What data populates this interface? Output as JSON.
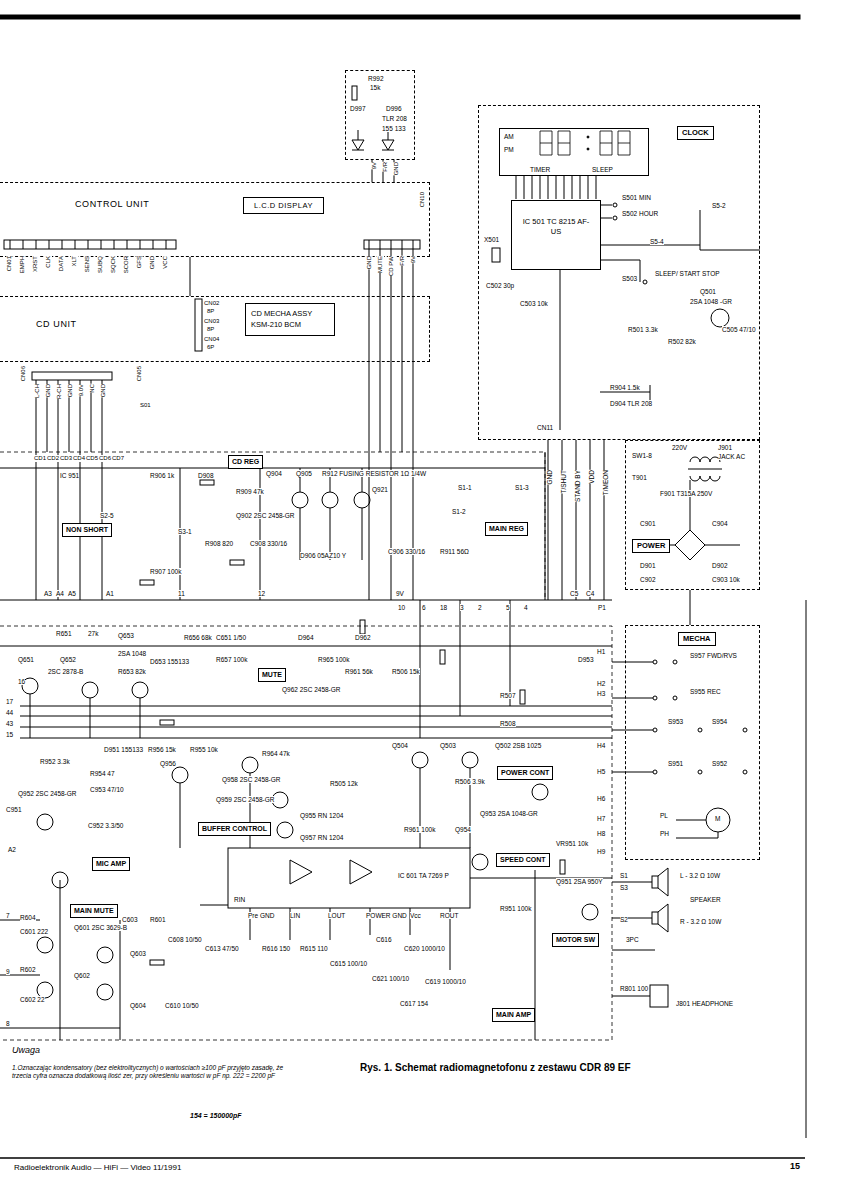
{
  "diagram": {
    "caption": "Rys. 1. Schemat radiomagnetofonu z zestawu CDR 89 EF",
    "nodes": [
      {
        "text": [
          "R992",
          "15k",
          "D997",
          "D996",
          "TLR 208",
          "155 133"
        ]
      },
      {
        "text": [
          "CLOCK"
        ]
      },
      {
        "text": [
          "AM",
          "PM",
          "TIMER",
          "SLEEP"
        ],
        "in": 1
      },
      {
        "text": [
          "IC 501 TC 8215 AF-US"
        ],
        "in": 1
      },
      {
        "text": [
          "CONTROL UNIT"
        ]
      },
      {
        "text": [
          "L.C.D DISPLAY"
        ],
        "in": 4
      },
      {
        "text": [
          "CD UNIT"
        ]
      },
      {
        "text": [
          "CD MECHA ASSY KSM-210 BCM"
        ],
        "in": 6
      },
      {
        "text": [
          "POWER"
        ]
      },
      {
        "text": [
          "CD REG"
        ]
      },
      {
        "text": [
          "MAIN REG"
        ]
      },
      {
        "text": [
          "NON SHORT"
        ]
      },
      {
        "text": [
          "MECHA"
        ]
      },
      {
        "text": [
          "MUTE"
        ]
      },
      {
        "text": [
          "POWER CONT"
        ]
      },
      {
        "text": [
          "BUFFER CONTROL"
        ]
      },
      {
        "text": [
          "MIC AMP"
        ]
      },
      {
        "text": [
          "SPEED CONT"
        ]
      },
      {
        "text": [
          "MOTOR SW"
        ]
      },
      {
        "text": [
          "MAIN MUTE"
        ]
      },
      {
        "text": [
          "MAIN AMP"
        ]
      }
    ],
    "edges": [
      {
        "from": 4,
        "to": 6,
        "arrow": "none"
      },
      {
        "from": 8,
        "to": 12,
        "arrow": "none"
      }
    ],
    "labels": [
      "9V",
      "F/R",
      "GND",
      "CN01",
      "EMPH",
      "XRST",
      "CLK",
      "DATA",
      "XLT",
      "SENS",
      "SUBQ",
      "SQCK",
      "SCOR",
      "GFS",
      "GND",
      "VCC",
      "GND",
      "MUTE",
      "CD PW",
      "F/R",
      "9V",
      "CN10",
      "CN02",
      "8P",
      "CN03",
      "8P",
      "CN04",
      "6P",
      "CN06",
      "L-CH",
      "GND",
      "R-CH",
      "GND",
      "9.0V",
      "NC",
      "GND",
      "CN05",
      "S01",
      "CD1",
      "CD2",
      "CD3",
      "CD4",
      "CD5",
      "CD6",
      "CD7",
      "IC 951",
      "R906 1k",
      "D908",
      "R909 47k",
      "Q904",
      "Q905",
      "R912 FUSING RESISTOR 1Ω 1/4W",
      "Q921",
      "Q902 2SC 2458-GR",
      "R908 820",
      "C908 330/16",
      "D906 05AZ10 Y",
      "C906 330/16",
      "R911 56Ω",
      "S1-1",
      "S1-3",
      "S1-2",
      "S2-5",
      "S3-1",
      "R907 100k",
      "A3",
      "A4",
      "A5",
      "A1",
      "11",
      "12",
      "9V",
      "C5",
      "C4",
      "10",
      "6",
      "18",
      "3",
      "2",
      "5",
      "4",
      "P1",
      "16",
      "17",
      "44",
      "43",
      "15",
      "Q651",
      "R651",
      "27k",
      "Q652",
      "2SC 2878-B",
      "Q653",
      "2SA 1048",
      "R653 82k",
      "D653 155133",
      "R656 68k",
      "C651 1/50",
      "R657 100k",
      "D964",
      "R965 100k",
      "Q962 2SC 2458-GR",
      "D962",
      "R961 56k",
      "R506 15k",
      "D953",
      "H1",
      "H2",
      "H3",
      "H4",
      "H5",
      "H6",
      "H7",
      "H8",
      "H9",
      "D951 155133",
      "R956 15k",
      "R955 10k",
      "R954 47",
      "Q956",
      "R964 47k",
      "Q958 2SC 2458-GR",
      "Q959 2SC 2458-GR",
      "Q955 RN 1204",
      "Q957 RN 1204",
      "Q952 2SC 2458-GR",
      "R952 3.3k",
      "C953 47/10",
      "C951",
      "C952 3.3/50",
      "A2",
      "R507",
      "R508",
      "Q504",
      "Q503",
      "Q502 2SB 1025",
      "R505 12k",
      "R506 3.9k",
      "R961 100k",
      "Q954",
      "Q953 2SA 1048-GR",
      "VR951 10k",
      "Q951 2SA 950Y",
      "R951 100k",
      "IC 601 TA 7269 P",
      "RIN",
      "Pre GND",
      "LIN",
      "LOUT",
      "POWER GND",
      "Vcc",
      "ROUT",
      "C613 47/50",
      "R616 150",
      "R615 110",
      "C615 100/10",
      "C616",
      "C620 1000/10",
      "C621 100/10",
      "C619 1000/10",
      "C617 154",
      "R604",
      "C601 222",
      "Q601 2SC 3629-B",
      "C603",
      "R601",
      "Q603",
      "R602",
      "Q602",
      "Q604",
      "C602 22",
      "C608 10/50",
      "C610 10/50",
      "7",
      "9",
      "8",
      "220V",
      "J901",
      "JACK AC",
      "SW1-8",
      "T901",
      "F901 T315A 250V",
      "C901",
      "C904",
      "D901",
      "D902",
      "C902",
      "C903 10k",
      "GND",
      "T/SHUT",
      "STAND BY",
      "VDD",
      "T/MEON",
      "S501 MIN",
      "S502 HOUR",
      "S5-2",
      "S5-4",
      "S503",
      "SLEEP/ START STOP",
      "Q501",
      "2SA 1048 -GR",
      "R501 3.3k",
      "R502 82k",
      "C505 47/10",
      "X501",
      "C502 30p",
      "C503 10k",
      "R904 1.5k",
      "D904 TLR 208",
      "CN11",
      "S957 FWD/RVS",
      "S955 REC",
      "S953",
      "S954",
      "S951",
      "S952",
      "PL",
      "PH",
      "M",
      "S1",
      "S3",
      "S2",
      "3PC",
      "L - 3.2 Ω 10W",
      "SPEAKER",
      "R - 3.2 Ω 10W",
      "J801 HEADPHONE",
      "R801 100",
      "Uwaga",
      "1.Oznaczając kondensatory (bez elektrolitycznych) o wartościach ≥100 pF przyjęto zasadę, że trzecia cyfra oznacza dodatkową ilość zer, przy określeniu wartości w pF np. 222 = 2200 pF",
      "154 = 150000pF",
      "Radioelektronik Audio — HiFi — Video 11/1991",
      "15"
    ]
  }
}
